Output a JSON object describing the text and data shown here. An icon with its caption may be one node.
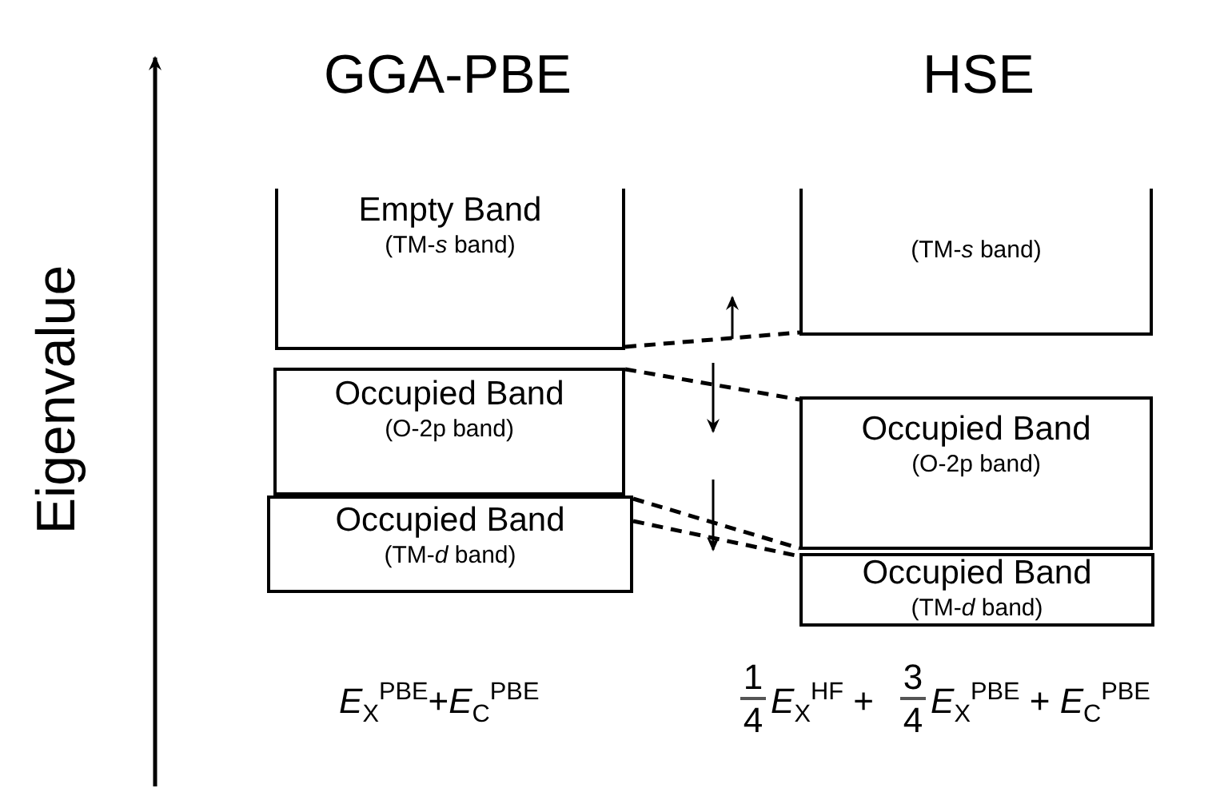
{
  "diagram": {
    "nodes": [
      {
        "text": [
          "Empty Band",
          "(TM-*s* band)"
        ]
      },
      {
        "text": [
          "Occupied Band",
          "(O-2p band)"
        ]
      },
      {
        "text": [
          "Occupied Band",
          "(TM-*d* band)"
        ]
      },
      {
        "text": [
          "(TM-*s* band)"
        ]
      },
      {
        "text": [
          "Occupied Band",
          "(O-2p band)"
        ]
      },
      {
        "text": [
          "Occupied Band",
          "(TM-*d* band)"
        ]
      }
    ],
    "edges": [
      {
        "from": 0,
        "to": 3,
        "arrow": "none",
        "style": "dashed"
      },
      {
        "from": 1,
        "to": 4,
        "arrow": "none",
        "style": "dashed"
      },
      {
        "from": 2,
        "to": 4,
        "arrow": "none",
        "style": "dashed"
      },
      {
        "from": 2,
        "to": 5,
        "arrow": "none",
        "style": "dashed"
      }
    ],
    "labels": [
      "GGA-PBE",
      "HSE",
      "Eigenvalue",
      "*E*$_{X}$$^{PBE}$+*E*$_{C}$$^{PBE}$",
      "1",
      "4",
      "*E*$_{X}$$^{HF}$ +",
      "3",
      "4",
      "*E*$_{X}$$^{PBE}$ + *E*$_{C}$$^{PBE}$"
    ]
  }
}
